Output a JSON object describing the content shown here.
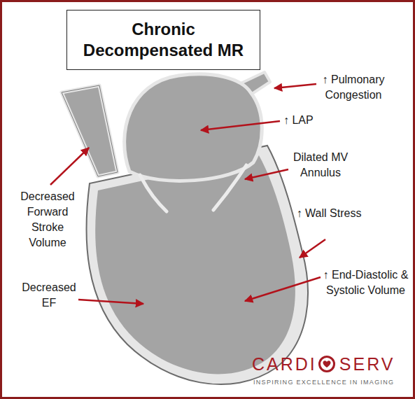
{
  "diagram": {
    "title": "Chronic Decompensated MR",
    "labels": [
      "↑ Pulmonary Congestion",
      "↑ LAP",
      "Dilated MV Annulus",
      "↑ Wall Stress",
      "↑ End-Diastolic & Systolic Volume",
      "Decreased Forward Stroke Volume",
      "Decreased EF",
      "CARDI",
      "SERV",
      "INSPIRING EXCELLENCE IN IMAGING"
    ]
  }
}
